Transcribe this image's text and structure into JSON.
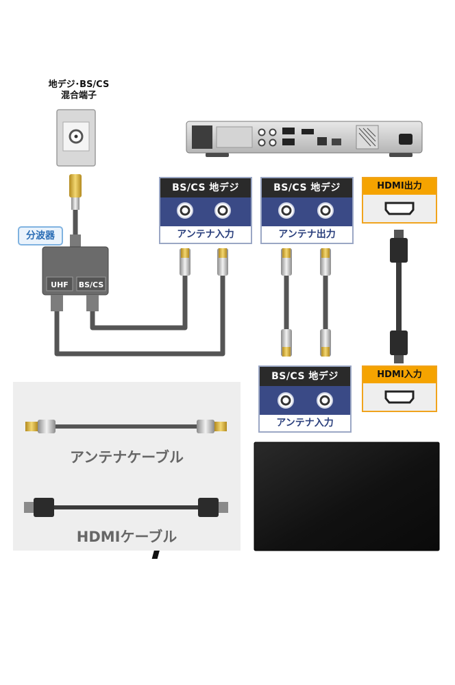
{
  "wall_outlet": {
    "label_line1": "地デジ･BS/CS",
    "label_line2": "混合端子"
  },
  "splitter": {
    "label": "分波器",
    "port_uhf": "UHF",
    "port_bscs": "BS/CS"
  },
  "recorder_antenna_in": {
    "header": "BS/CS  地デジ",
    "footer": "アンテナ入力"
  },
  "recorder_antenna_out": {
    "header": "BS/CS  地デジ",
    "footer": "アンテナ出力"
  },
  "recorder_hdmi_out": {
    "header": "HDMI出力"
  },
  "tv_antenna_in": {
    "header": "BS/CS  地デジ",
    "footer": "アンテナ入力"
  },
  "tv_hdmi_in": {
    "header": "HDMI入力"
  },
  "legend": {
    "antenna_cable": "アンテナケーブル",
    "hdmi_cable": "HDMIケーブル"
  },
  "colors": {
    "panel_band": "#3a4a86",
    "hdmi_accent": "#f5a300",
    "cable": "#555555"
  }
}
